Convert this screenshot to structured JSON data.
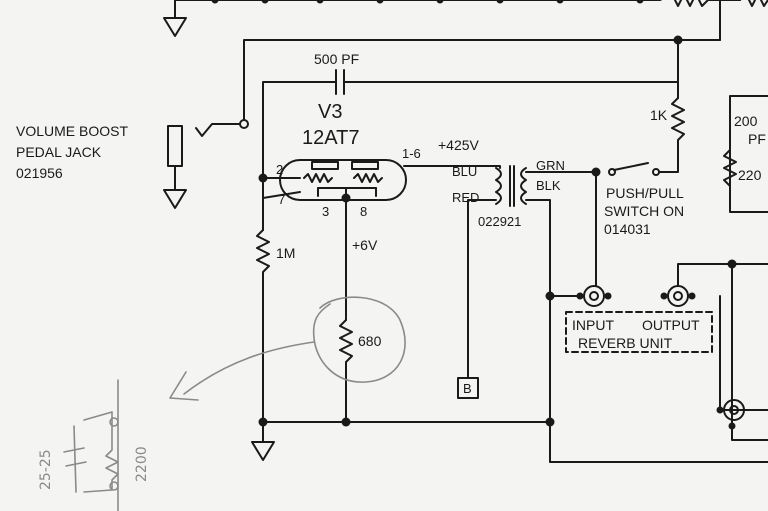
{
  "jack": {
    "line1": "VOLUME BOOST",
    "line2": "PEDAL JACK",
    "line3": "021956"
  },
  "tube": {
    "name": "V3",
    "type": "12AT7",
    "pin2": "2",
    "pin7": "7",
    "pin3": "3",
    "pin8": "8",
    "pins_1_6": "1-6"
  },
  "cap_label": "500 PF",
  "b_plus": "+425V",
  "heater": "+6V",
  "r_grid": "1M",
  "r_cathode": "680",
  "r_1k": "1K",
  "transformer": {
    "blu": "BLU",
    "red": "RED",
    "grn": "GRN",
    "blk": "BLK",
    "part": "022921"
  },
  "switch": {
    "line1": "PUSH/PULL",
    "line2": "SWITCH ON",
    "line3": "014031"
  },
  "reverb": {
    "input": "INPUT",
    "output": "OUTPUT",
    "unit": "REVERB UNIT"
  },
  "terminal_b": "B",
  "right_edge": {
    "cap": "200",
    "pf": "PF",
    "res": "220"
  },
  "pencil_note": {
    "cap": "25-25",
    "res": "2200"
  }
}
